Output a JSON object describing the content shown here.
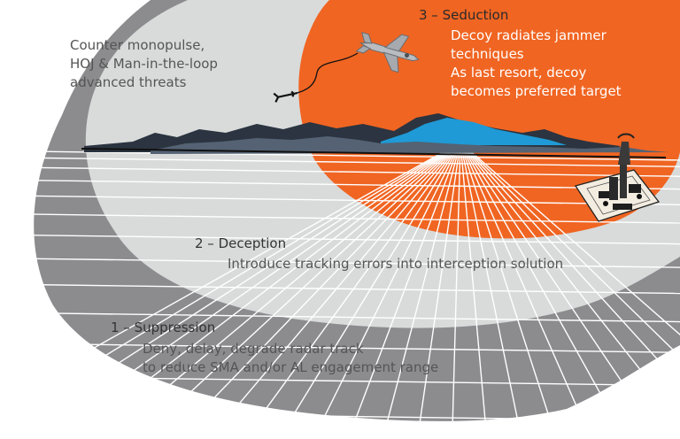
{
  "colors": {
    "outer_zone": "#8c8c8f",
    "middle_zone": "#d9dbdb",
    "inner_zone": "#f06522",
    "grid_lines": "#ffffff",
    "mountain_dark": "#2b3440",
    "mountain_blue": "#1f9ad6",
    "mountain_mid": "#546273",
    "horizon": "#111111"
  },
  "icons": {
    "aircraft": "fighter-jet-icon",
    "missile": "missile-icon",
    "radar_site": "radar-site-icon"
  },
  "threats": {
    "lines": [
      "Counter monopulse,",
      "HOJ & Man-in-the-loop",
      "advanced threats"
    ]
  },
  "zones": {
    "seduction": {
      "title": "3 – Seduction",
      "lines": [
        "Decoy radiates jammer",
        "techniques",
        "As last resort, decoy",
        "becomes preferred target"
      ]
    },
    "deception": {
      "title": "2 – Deception",
      "lines": [
        "Introduce tracking errors into interception solution"
      ]
    },
    "suppression": {
      "title": "1 – Suppression",
      "lines": [
        "Deny, delay, degrade radar track",
        "to reduce SMA and/or AL engagement range"
      ]
    }
  }
}
